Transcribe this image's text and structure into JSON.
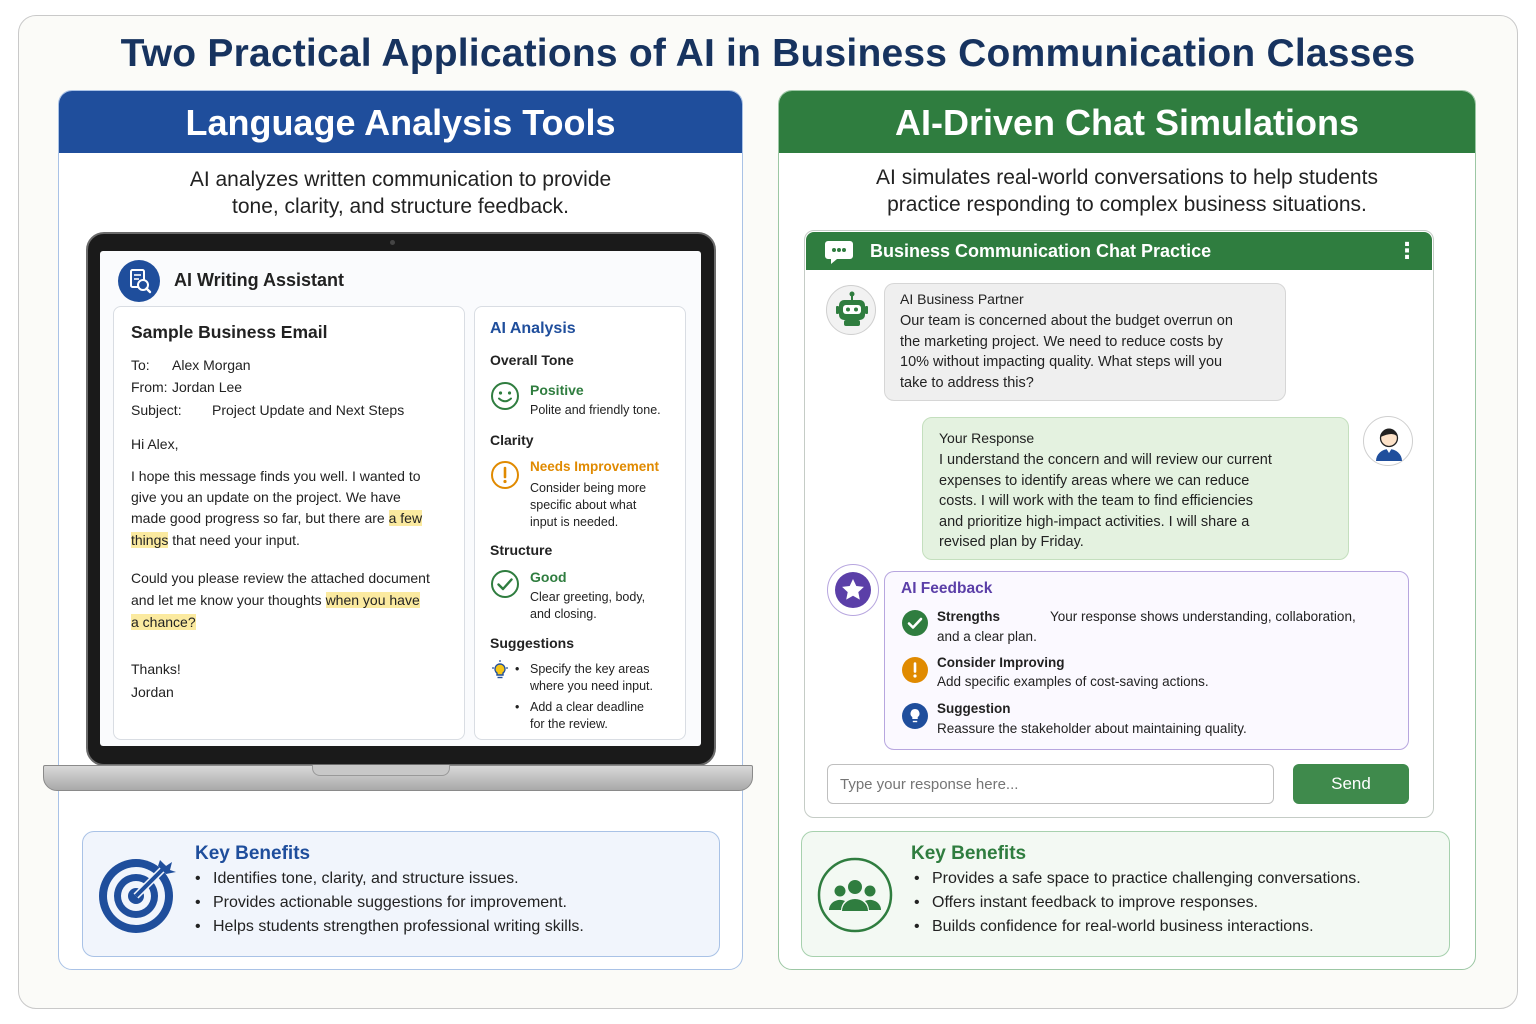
{
  "title": "Two Practical Applications of AI in Business Communication Classes",
  "left": {
    "heading": "Language Analysis Tools",
    "desc_line1": "AI analyzes written communication to provide",
    "desc_line2": "tone, clarity, and structure feedback.",
    "app_title": "AI Writing Assistant",
    "email": {
      "card_title": "Sample Business Email",
      "to_label": "To:",
      "to_value": "Alex Morgan",
      "from_label": "From:",
      "from_value": "Jordan Lee",
      "subject_label": "Subject:",
      "subject_value": "Project Update and Next Steps",
      "greeting": "Hi Alex,",
      "p1_l1": "I hope this message finds you well. I wanted to",
      "p1_l2": "give you an update on the project. We have",
      "p1_l3a": "made good progress so far, but there are ",
      "p1_l3b": "a few",
      "p1_l4a": "things",
      "p1_l4b": " that need your input.",
      "p2_l1": "Could you please review the attached document",
      "p2_l2a": "and let me know your thoughts ",
      "p2_l2b": "when you have",
      "p2_l3": "a chance?",
      "signoff": "Thanks!",
      "signature": "Jordan"
    },
    "analysis": {
      "title": "AI Analysis",
      "tone_head": "Overall Tone",
      "tone_status": "Positive",
      "tone_note": "Polite and friendly tone.",
      "clarity_head": "Clarity",
      "clarity_status": "Needs Improvement",
      "clarity_note_1": "Consider being more",
      "clarity_note_2": "specific about what",
      "clarity_note_3": "input is needed.",
      "structure_head": "Structure",
      "structure_status": "Good",
      "structure_note_1": "Clear greeting, body,",
      "structure_note_2": "and closing.",
      "suggestions_head": "Suggestions",
      "sugg1_l1": "Specify the key areas",
      "sugg1_l2": "where you need input.",
      "sugg2_l1": "Add a clear deadline",
      "sugg2_l2": "for the review."
    },
    "benefits": {
      "title": "Key Benefits",
      "items": [
        "Identifies tone, clarity, and structure issues.",
        "Provides actionable suggestions for improvement.",
        "Helps students strengthen professional writing skills."
      ]
    }
  },
  "right": {
    "heading": "AI-Driven Chat Simulations",
    "desc_line1": "AI simulates real-world conversations to help students",
    "desc_line2": "practice responding to complex business situations.",
    "chat": {
      "title": "Business Communication Chat Practice",
      "menu": "⋮",
      "bot_name": "AI Business Partner",
      "bot_l1": "Our team is concerned about the budget overrun on",
      "bot_l2": "the marketing project. We need to reduce costs by",
      "bot_l3": "10% without impacting quality. What steps will you",
      "bot_l4": "take to address this?",
      "user_name": "Your Response",
      "user_l1": "I understand the concern and will review our current",
      "user_l2": "expenses to identify areas where we can reduce",
      "user_l3": "costs. I will work with the team to find efficiencies",
      "user_l4": "and prioritize high-impact activities. I will share a",
      "user_l5": "revised plan by Friday.",
      "feedback_title": "AI Feedback",
      "strengths_label": "Strengths",
      "strengths_l1": "Your response shows understanding, collaboration,",
      "strengths_l2": "and a clear plan.",
      "improve_label": "Consider Improving",
      "improve_text": "Add specific examples of cost-saving actions.",
      "suggestion_label": "Suggestion",
      "suggestion_text": "Reassure the stakeholder about maintaining quality.",
      "input_placeholder": "Type your response here...",
      "send_label": "Send"
    },
    "benefits": {
      "title": "Key Benefits",
      "items": [
        "Provides a safe space to practice challenging conversations.",
        "Offers instant feedback to improve responses.",
        "Builds confidence for real-world business interactions."
      ]
    }
  },
  "colors": {
    "blue": "#1f4e9c",
    "green": "#2f7d3f",
    "orange": "#e08a00",
    "purple": "#5b3fa8",
    "highlight": "#fbeaa0"
  },
  "icons": [
    "document-search-icon",
    "smiley-icon",
    "warning-icon",
    "check-icon",
    "lightbulb-icon",
    "chat-icon",
    "robot-icon",
    "user-icon",
    "star-icon",
    "target-icon",
    "group-icon"
  ]
}
